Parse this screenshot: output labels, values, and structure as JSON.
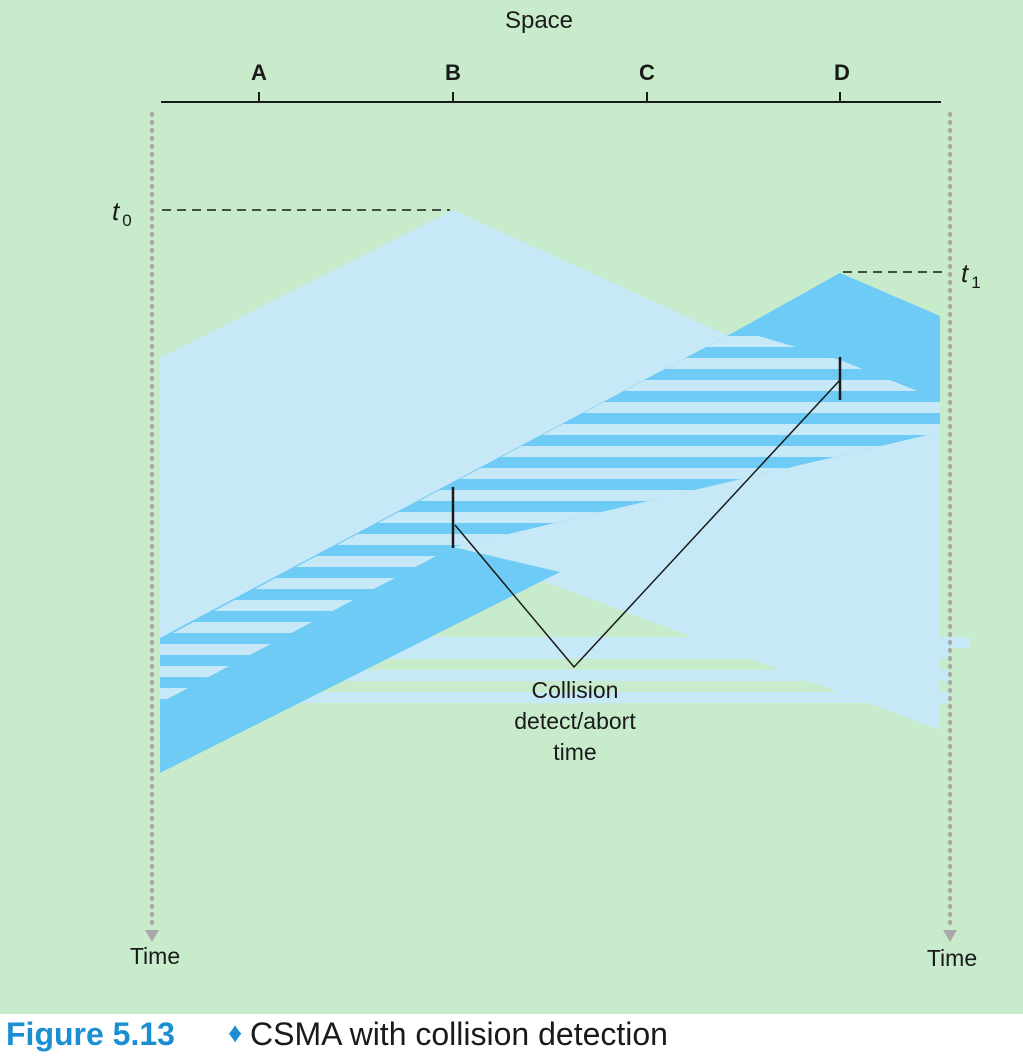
{
  "axis": {
    "title": "Space",
    "nodes": [
      "A",
      "B",
      "C",
      "D"
    ],
    "time_label_left": "Time",
    "time_label_right": "Time"
  },
  "markers": {
    "t0": {
      "letter": "t",
      "sub": "0"
    },
    "t1": {
      "letter": "t",
      "sub": "1"
    }
  },
  "annotation": {
    "lines": [
      "Collision",
      "detect/abort",
      "time"
    ]
  },
  "caption": {
    "label": "Figure 5.13",
    "separator": "♦",
    "title": "CSMA with collision detection"
  },
  "colors": {
    "background": "#c7ebcb",
    "light_signal": "#c6e8f7",
    "dark_signal": "#6dcbf5",
    "caption_accent": "#1b8fd1"
  }
}
